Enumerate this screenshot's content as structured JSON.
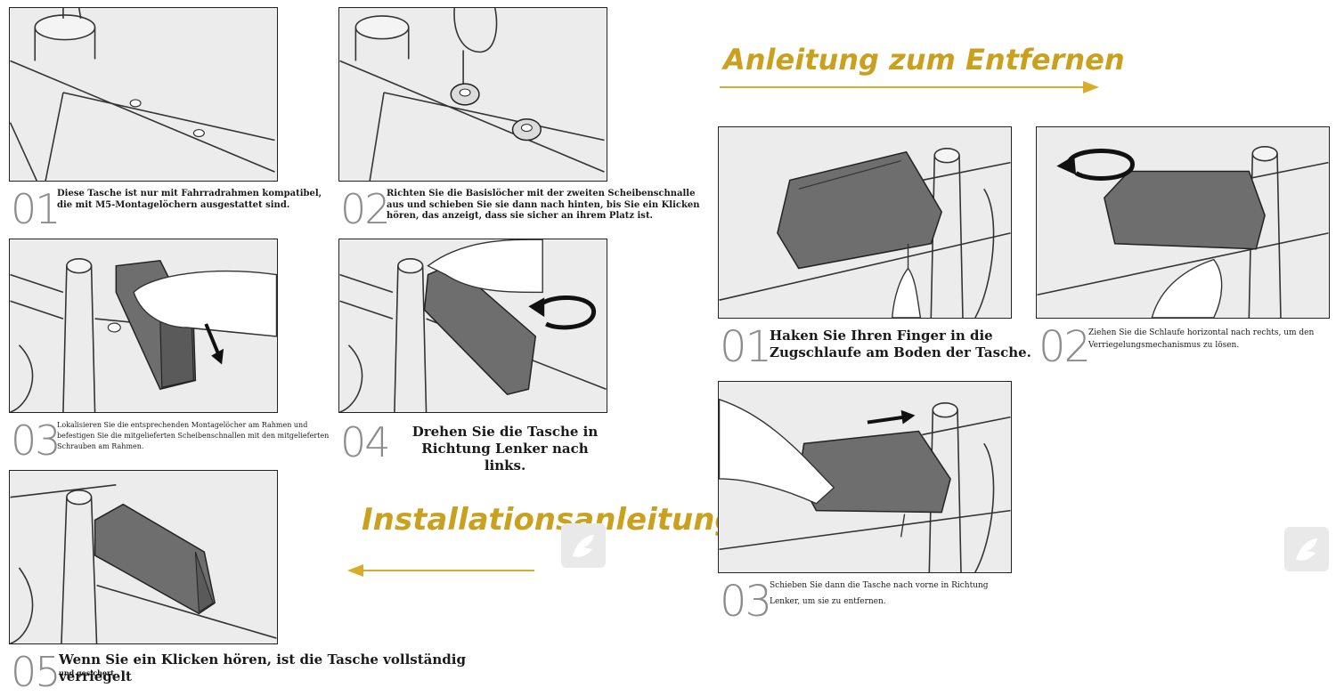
{
  "headings": {
    "install": "Installationsanleitung",
    "removal": "Anleitung zum Entfernen"
  },
  "install_steps": [
    {
      "num": "01",
      "text": "Diese Tasche ist nur mit Fahrradrahmen kompatibel, die mit M5-Montagelöchern ausgestattet sind."
    },
    {
      "num": "02",
      "text": "Richten Sie die Basislöcher mit der zweiten Scheibenschnalle aus und schieben Sie sie dann nach hinten, bis Sie ein Klicken hören, das anzeigt, dass sie sicher an ihrem Platz ist."
    },
    {
      "num": "03",
      "text": "Lokalisieren Sie die entsprechenden Montagelöcher am Rahmen und befestigen Sie die mitgelieferten Scheibenschnallen mit den mitgelieferten Schrauben am Rahmen."
    },
    {
      "num": "04",
      "text": "Drehen Sie die Tasche in Richtung Lenker nach links."
    },
    {
      "num": "05",
      "text": "Wenn Sie ein Klicken hören, ist die Tasche vollständig verriegelt",
      "text2": "und gesichert."
    }
  ],
  "removal_steps": [
    {
      "num": "01",
      "text": "Haken Sie Ihren Finger in die Zugschlaufe am Boden der Tasche."
    },
    {
      "num": "02",
      "text": "Ziehen Sie die Schlaufe horizontal nach rechts, um den Verriegelungsmechanismus zu lösen."
    },
    {
      "num": "03",
      "text": "Schieben Sie dann die Tasche nach vorne in Richtung",
      "text2": "Lenker, um sie zu entfernen."
    }
  ],
  "icons": {
    "rotate_arrow": "rotate-arrow-icon",
    "down_arrow": "down-arrow-icon",
    "slide_arrow": "right-arrow-icon",
    "logo": "brand-logo-icon"
  },
  "colors": {
    "heading": "#c9a11f",
    "arrow": "#d8ac2a",
    "step_number": "#8c8c8c",
    "bag": "#6e6e6e"
  }
}
